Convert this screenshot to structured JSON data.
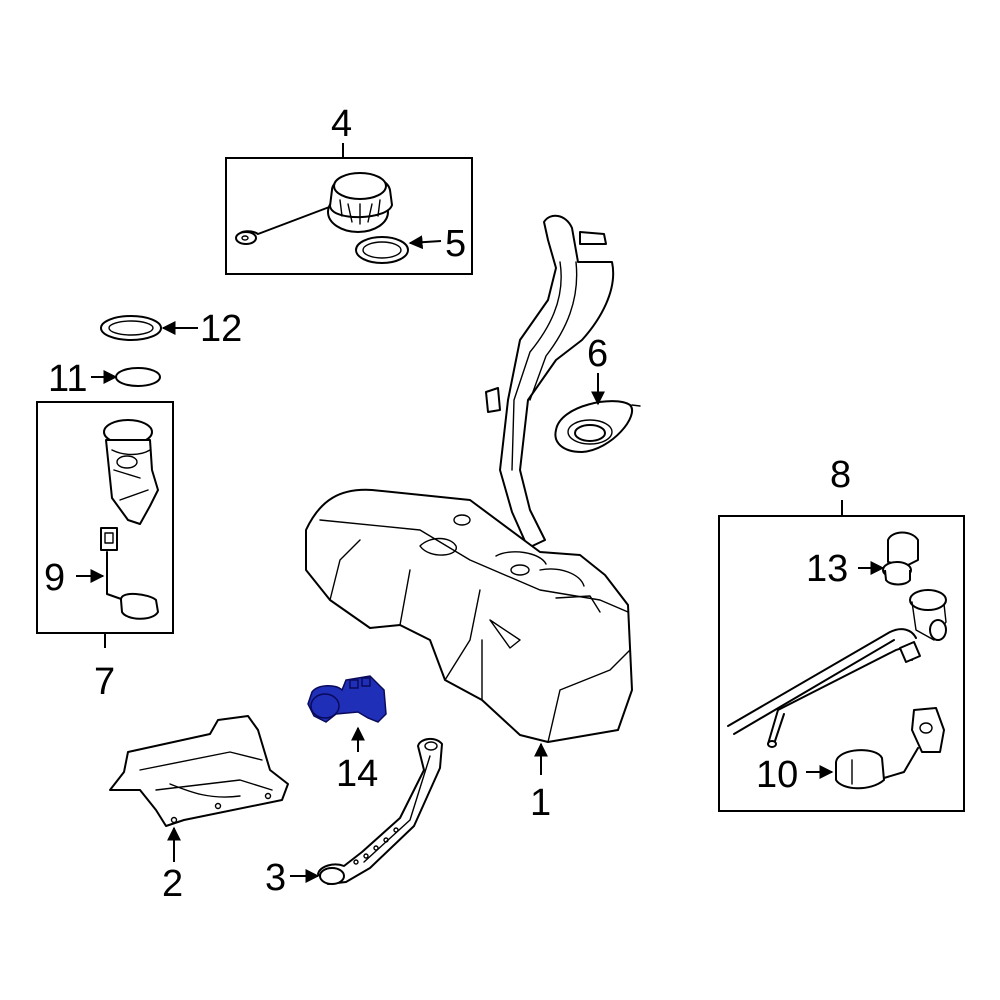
{
  "diagram": {
    "highlight_color": "#1f2fb8",
    "line_color": "#000000",
    "background": "#ffffff",
    "callouts": [
      {
        "id": "c1",
        "label": "1"
      },
      {
        "id": "c2",
        "label": "2"
      },
      {
        "id": "c3",
        "label": "3"
      },
      {
        "id": "c4",
        "label": "4"
      },
      {
        "id": "c5",
        "label": "5"
      },
      {
        "id": "c6",
        "label": "6"
      },
      {
        "id": "c7",
        "label": "7"
      },
      {
        "id": "c8",
        "label": "8"
      },
      {
        "id": "c9",
        "label": "9"
      },
      {
        "id": "c10",
        "label": "10"
      },
      {
        "id": "c11",
        "label": "11"
      },
      {
        "id": "c12",
        "label": "12"
      },
      {
        "id": "c13",
        "label": "13"
      },
      {
        "id": "c14",
        "label": "14"
      }
    ],
    "highlighted_part": "14"
  }
}
